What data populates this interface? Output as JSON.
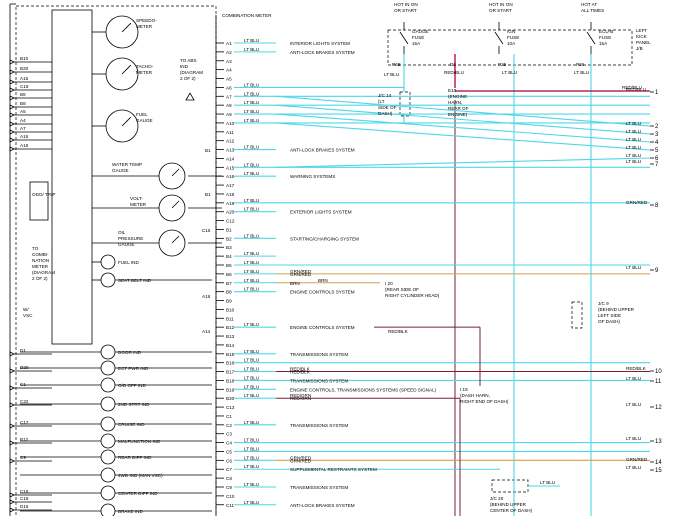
{
  "cluster": {
    "title": "COMBINATION METER",
    "gauges": [
      "SPEEDO-METER",
      "TACHO-METER",
      "FUEL GAUGE",
      "WATER TEMP GAUGE",
      "VOLT-METER",
      "OIL PRESSURE GAUGE"
    ],
    "gauge_lines": [
      [
        "SPEEDO-",
        "METER"
      ],
      [
        "TACHO-",
        "METER"
      ],
      [
        "FUEL",
        "GAUGE"
      ],
      [
        "WATER TEMP",
        "GAUGE"
      ],
      [
        "VOLT-",
        "METER"
      ],
      [
        "OIL",
        "PRESSURE",
        "GAUGE"
      ]
    ],
    "indicators_top": [
      "FUEL IND",
      "SEAT BELT IND"
    ],
    "indicators": [
      "DOOR IND",
      "ECT PWR IND",
      "O/D OFF IND",
      "2ND STRT IND",
      "CRUISE IND",
      "MALFUNCTION IND",
      "REAR DIFF IND",
      "4WD IND  (MAN VSC)",
      "CENTER DIFF IND",
      "BRAKE IND"
    ],
    "odo": "ODO/ TRIP",
    "to_abs": [
      "TO ABS",
      "IND",
      "(DIAGRAM",
      "2 OF 2)"
    ],
    "to_comb": [
      "TO",
      "COMBI-",
      "NATION",
      "METER",
      "(DIAGRAM",
      "2 OF 2)"
    ],
    "wvsc": [
      "W/",
      "VSC"
    ],
    "right_side_labels": [
      "B1",
      "B1",
      "C15",
      "A18",
      "A14"
    ]
  },
  "left_pins": [
    "B10",
    "B20",
    "A15",
    "C18",
    "B6",
    "B8",
    "A5",
    "A4",
    "A7",
    "A16",
    "A18",
    "D1",
    "D20",
    "C1",
    "C22",
    "C17",
    "B12",
    "C9",
    "C16",
    "C18",
    "D16"
  ],
  "connector_pins": [
    "A1",
    "A2",
    "A3",
    "A4",
    "A5",
    "A6",
    "A7",
    "A8",
    "A9",
    "A10",
    "A11",
    "A12",
    "A13",
    "A14",
    "A15",
    "A16",
    "A17",
    "A18",
    "A19",
    "A20",
    "C12",
    "B1",
    "B2",
    "B3",
    "B4",
    "B5",
    "B6",
    "B7",
    "B8",
    "B9",
    "B10",
    "B11",
    "B12",
    "B13",
    "B14",
    "B15",
    "B16",
    "B17",
    "B18",
    "B19",
    "B20",
    "C13",
    "C1",
    "C2",
    "C3",
    "C4",
    "C5",
    "C6",
    "C7",
    "C8",
    "C9",
    "C10",
    "C11"
  ],
  "wires": [
    {
      "pin": "A1",
      "color": "LT BLU",
      "to": "INTERIOR LIGHTS SYSTEM"
    },
    {
      "pin": "A2",
      "color": "LT BLU",
      "to": "ANTI-LOCK BRAKES SYSTEM"
    },
    {
      "pin": "A6",
      "color": "LT BLU",
      "to": ""
    },
    {
      "pin": "A7",
      "color": "LT BLU",
      "to": ""
    },
    {
      "pin": "A8",
      "color": "LT BLU",
      "to": ""
    },
    {
      "pin": "A9",
      "color": "LT BLU",
      "to": ""
    },
    {
      "pin": "A10",
      "color": "LT BLU",
      "to": ""
    },
    {
      "pin": "A13",
      "color": "LT BLU",
      "to": "ANTI-LOCK BRAKES SYSTEM"
    },
    {
      "pin": "A15",
      "color": "LT BLU",
      "to": ""
    },
    {
      "pin": "A16",
      "color": "LT BLU",
      "to": "WARNING SYSTEMS"
    },
    {
      "pin": "A19",
      "color": "LT BLU",
      "to": ""
    },
    {
      "pin": "A20",
      "color": "LT BLU",
      "to": "EXTERIOR LIGHTS SYSTEM"
    },
    {
      "pin": "B2",
      "color": "LT BLU",
      "to": "STARTING/CHARGING SYSTEM"
    },
    {
      "pin": "B4",
      "color": "LT BLU",
      "to": ""
    },
    {
      "pin": "B5",
      "color": "LT BLU",
      "to": ""
    },
    {
      "pin": "B6",
      "color": "LT BLU",
      "to": "GRN/RED"
    },
    {
      "pin": "B7",
      "color": "LT BLU",
      "to": "BRN"
    },
    {
      "pin": "B8",
      "color": "LT BLU",
      "to": "ENGINE CONTROLS SYSTEM"
    },
    {
      "pin": "B12",
      "color": "LT BLU",
      "to": "ENGINE CONTROLS SYSTEM"
    },
    {
      "pin": "B15",
      "color": "LT BLU",
      "to": "TRANSMISSIONS SYSTEM"
    },
    {
      "pin": "B16",
      "color": "LT BLU",
      "to": ""
    },
    {
      "pin": "B17",
      "color": "LT BLU",
      "to": "RED/BLK"
    },
    {
      "pin": "B18",
      "color": "LT BLU",
      "to": "TRANSMISSIONS SYSTEM"
    },
    {
      "pin": "B19",
      "color": "LT BLU",
      "to": "ENGINE CONTROLS, TRANSMISSIONS SYSTEMS (SPEED SIGNAL)"
    },
    {
      "pin": "B20",
      "color": "LT BLU",
      "to": "RED/GRN"
    },
    {
      "pin": "C2",
      "color": "LT BLU",
      "to": "TRANSMISSIONS SYSTEM"
    },
    {
      "pin": "C4",
      "color": "LT BLU",
      "to": ""
    },
    {
      "pin": "C5",
      "color": "LT BLU",
      "to": ""
    },
    {
      "pin": "C6",
      "color": "LT BLU",
      "to": "GRN/RED"
    },
    {
      "pin": "C7",
      "color": "LT BLU",
      "to": "SUPPLEMENTAL RESTRAINTS SYSTEM"
    },
    {
      "pin": "C9",
      "color": "LT BLU",
      "to": "TRANSMISSIONS SYSTEM"
    },
    {
      "pin": "C11",
      "color": "LT BLU",
      "to": "ANTI-LOCK BRAKES SYSTEM"
    }
  ],
  "fuses": [
    {
      "header": [
        "HOT IN ON",
        "OR START"
      ],
      "name": [
        "GAUGE",
        "FUSE",
        "15A"
      ]
    },
    {
      "header": [
        "HOT IN ON",
        "OR START"
      ],
      "name": [
        "IGN",
        "FUSE",
        "10A"
      ]
    },
    {
      "header": [
        "HOT AT",
        "ALL TIMES"
      ],
      "name": [
        "ECU-B",
        "FUSE",
        "15A"
      ]
    }
  ],
  "panel": [
    "LEFT",
    "KICK",
    "PANEL",
    "J/B"
  ],
  "fuse_pins": [
    "P6B",
    "D2",
    "P25",
    "P26"
  ],
  "fuse_wires": [
    "LT BLU",
    "RED/BLU",
    "LT BLU",
    "LT BLU"
  ],
  "jc14": [
    "J/C 14",
    "(LT",
    "SIDE OF",
    "DASH)"
  ],
  "e10": [
    "E10",
    "(ENGINE",
    "HARN,",
    "REAR OF",
    "ENGINE)"
  ],
  "red_blu_right": "RED/BLU",
  "i20": [
    "I 20",
    "(REAR SIDE OF",
    "RIGHT CYLINDER HEAD)"
  ],
  "jc9": [
    "J/C 9",
    "(BEHIND UPPER",
    "LEFT SIDE",
    "OF DASH)"
  ],
  "red_blk": "RED/BLK",
  "i19": [
    "I 19",
    "(DASH HARN,",
    "RIGHT END OF DASH)"
  ],
  "jc20": [
    "J/C 20",
    "(BEHIND UPPER",
    "CENTER OF DASH)"
  ],
  "right_numbers": [
    "1",
    "2",
    "3",
    "4",
    "5",
    "6",
    "7",
    "8",
    "9",
    "10",
    "11",
    "12",
    "13",
    "14",
    "15"
  ],
  "right_colors": [
    "RED/BLU",
    "LT BLU",
    "LT BLU",
    "LT BLU",
    "LT BLU",
    "LT BLU",
    "LT BLU",
    "GRN/RED",
    "LT BLU",
    "RED/BLK",
    "LT BLU",
    "LT BLU",
    "LT BLU",
    "GRN/RED",
    "LT BLU"
  ],
  "abbr": {
    "gnd": "A",
    "ab": "B",
    "ab_a": "A",
    "ab_b": "B"
  },
  "colors": {
    "cyan": "#4fd6e8",
    "tan": "#d0a050",
    "red": "#b00030",
    "dark_red": "#7a2030"
  }
}
